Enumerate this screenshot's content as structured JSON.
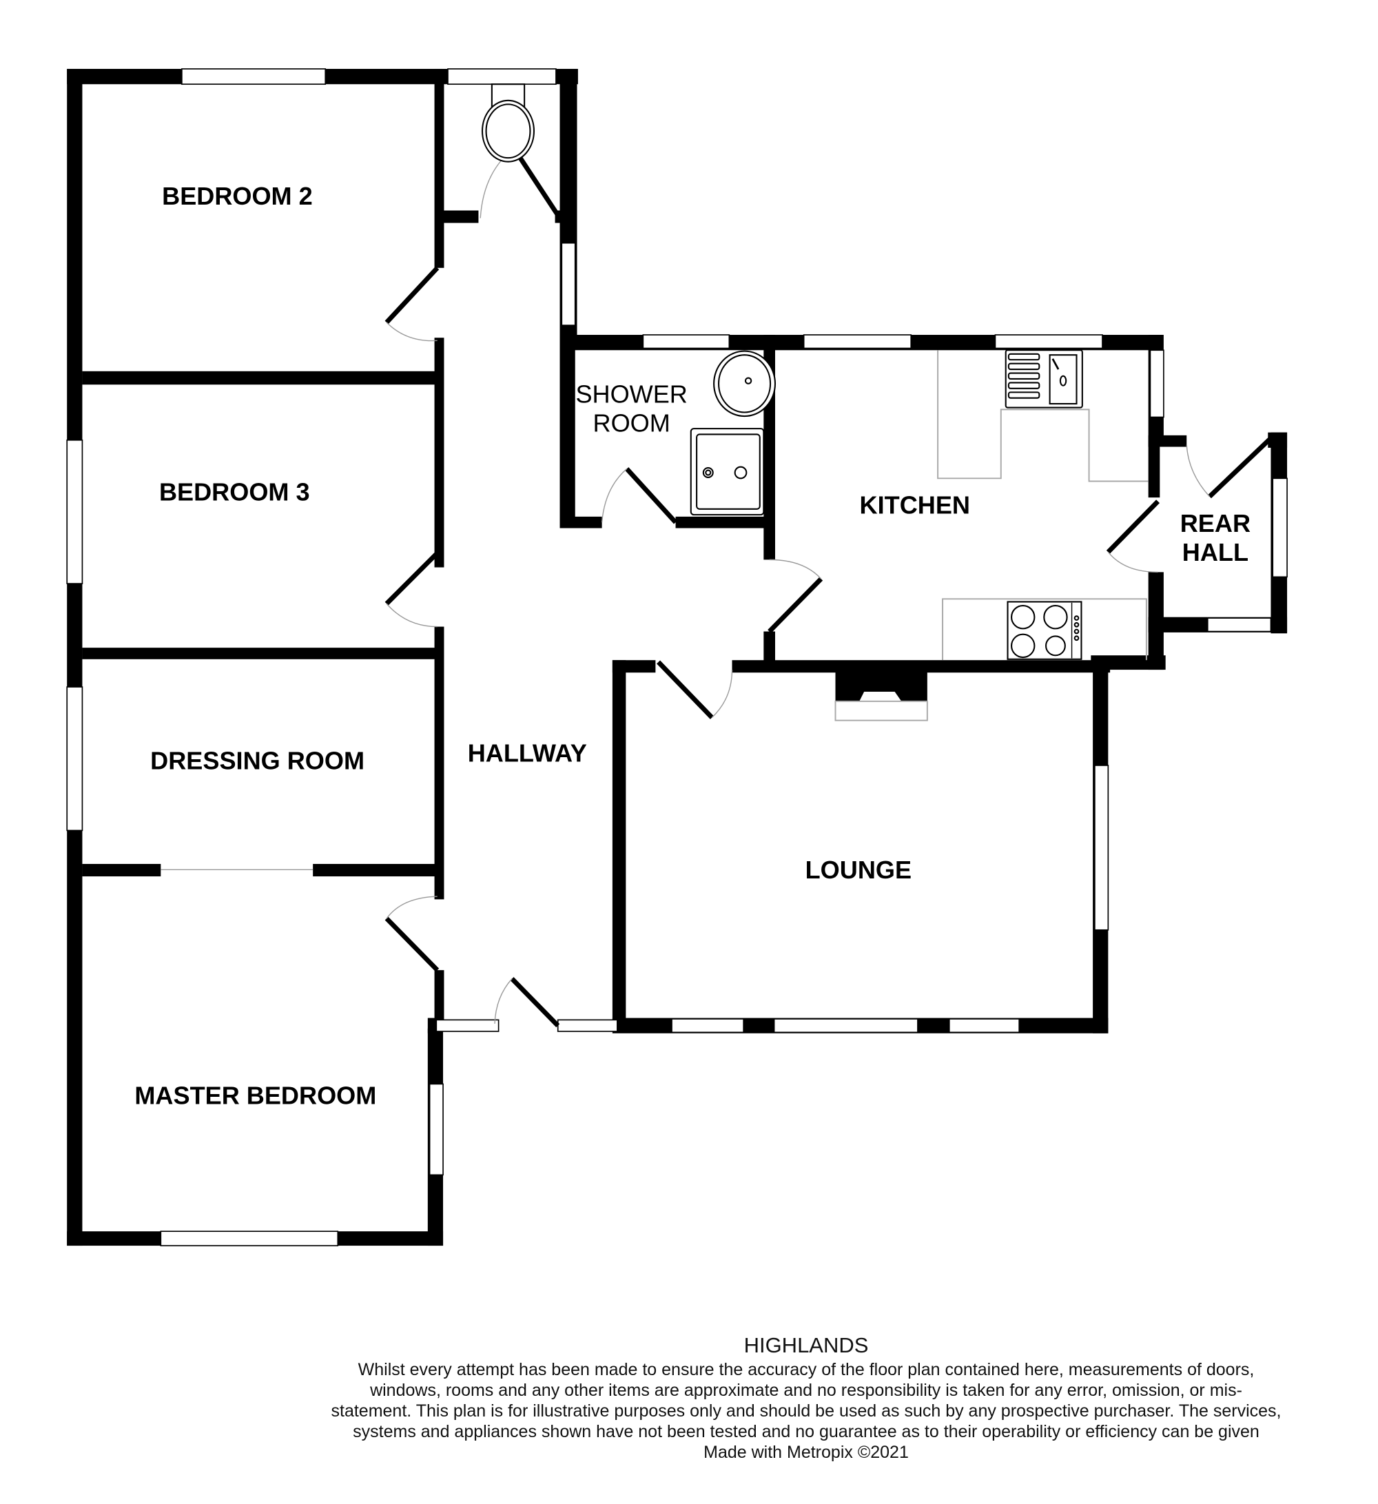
{
  "plan": {
    "property_name": "HIGHLANDS",
    "rooms": [
      {
        "id": "bedroom-2",
        "label": "BEDROOM 2"
      },
      {
        "id": "bedroom-3",
        "label": "BEDROOM 3"
      },
      {
        "id": "dressing-room",
        "label": "DRESSING ROOM"
      },
      {
        "id": "master-bedroom",
        "label": "MASTER BEDROOM"
      },
      {
        "id": "hallway",
        "label": "HALLWAY"
      },
      {
        "id": "shower-room",
        "label_line1": "SHOWER",
        "label_line2": "ROOM"
      },
      {
        "id": "kitchen",
        "label": "KITCHEN"
      },
      {
        "id": "rear-hall",
        "label_line1": "REAR",
        "label_line2": "HALL"
      },
      {
        "id": "lounge",
        "label": "LOUNGE"
      }
    ],
    "fixtures": [
      "wc-toilet",
      "wash-basin",
      "shower-tray",
      "kitchen-sink",
      "hob-cooker",
      "fireplace"
    ],
    "colors": {
      "wall": "#000000",
      "window": "#ffffff",
      "door_swing": "#9a9a9a",
      "counter": "#a8a8a8"
    }
  },
  "footer": {
    "title": "HIGHLANDS",
    "disclaimer": "Whilst every attempt has been made to ensure the accuracy of the floor plan contained here, measurements of doors, windows, rooms and any other items are approximate and no responsibility is taken for any error, omission, or mis-statement. This plan is for illustrative purposes only and should be used as such by any prospective purchaser. The services, systems and appliances shown have not been tested and no guarantee as to their operability or efficiency can be given",
    "credit": "Made with Metropix ©2021"
  }
}
